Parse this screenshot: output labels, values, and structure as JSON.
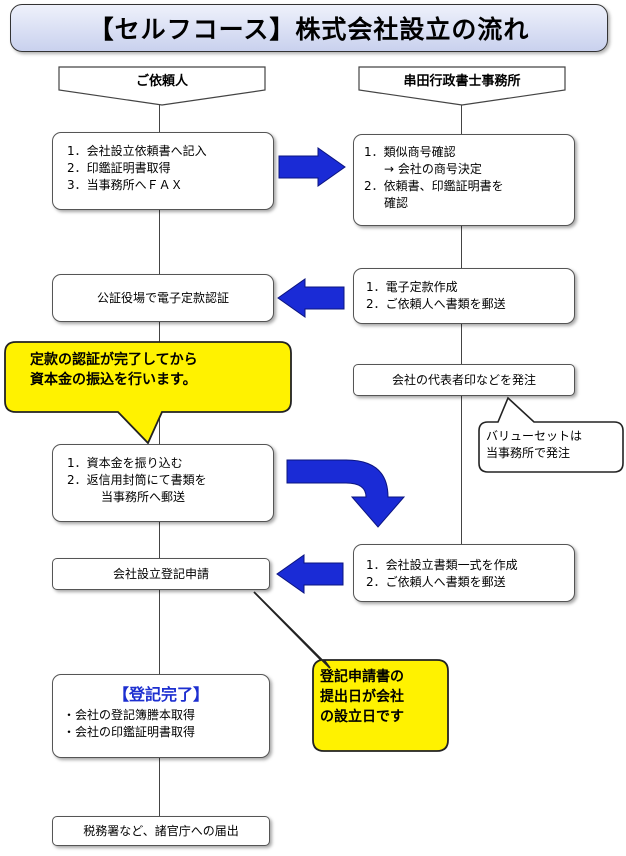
{
  "title": "【セルフコース】株式会社設立の流れ",
  "left_header": "ご依頼人",
  "right_header": "串田行政書士事務所",
  "client_step1": [
    "1．会社設立依頼書へ記入",
    "2．印鑑証明書取得",
    "3．当事務所へＦＡＸ"
  ],
  "office_step1": [
    "1．類似商号確認",
    "→ 会社の商号決定",
    "2．依頼書、印鑑証明書を",
    "確認"
  ],
  "client_step2": "公証役場で電子定款認証",
  "office_step2": [
    "1．電子定款作成",
    "2．ご依頼人へ書類を郵送"
  ],
  "callout_capital": [
    "定款の認証が完了してから",
    "資本金の振込を行います。"
  ],
  "office_seal": "会社の代表者印などを発注",
  "callout_value_set": [
    "バリューセットは",
    "当事務所で発注"
  ],
  "client_step3": [
    "1．資本金を振り込む",
    "2．返信用封筒にて書類を",
    "当事務所へ郵送"
  ],
  "client_step4": "会社設立登記申請",
  "office_step3": [
    "1．会社設立書類一式を作成",
    "2．ご依頼人へ書類を郵送"
  ],
  "callout_registration": [
    "登記申請書の",
    "提出日が会社",
    "の設立日です"
  ],
  "complete": {
    "heading": "【登記完了】",
    "items": [
      "・会社の登記簿謄本取得",
      "・会社の印鑑証明書取得"
    ]
  },
  "final_step": "税務署など、諸官庁への届出",
  "colors": {
    "arrow_blue": "#1a2bd6",
    "callout_yellow": "#fff200",
    "complete_heading": "#1d2fd0"
  }
}
